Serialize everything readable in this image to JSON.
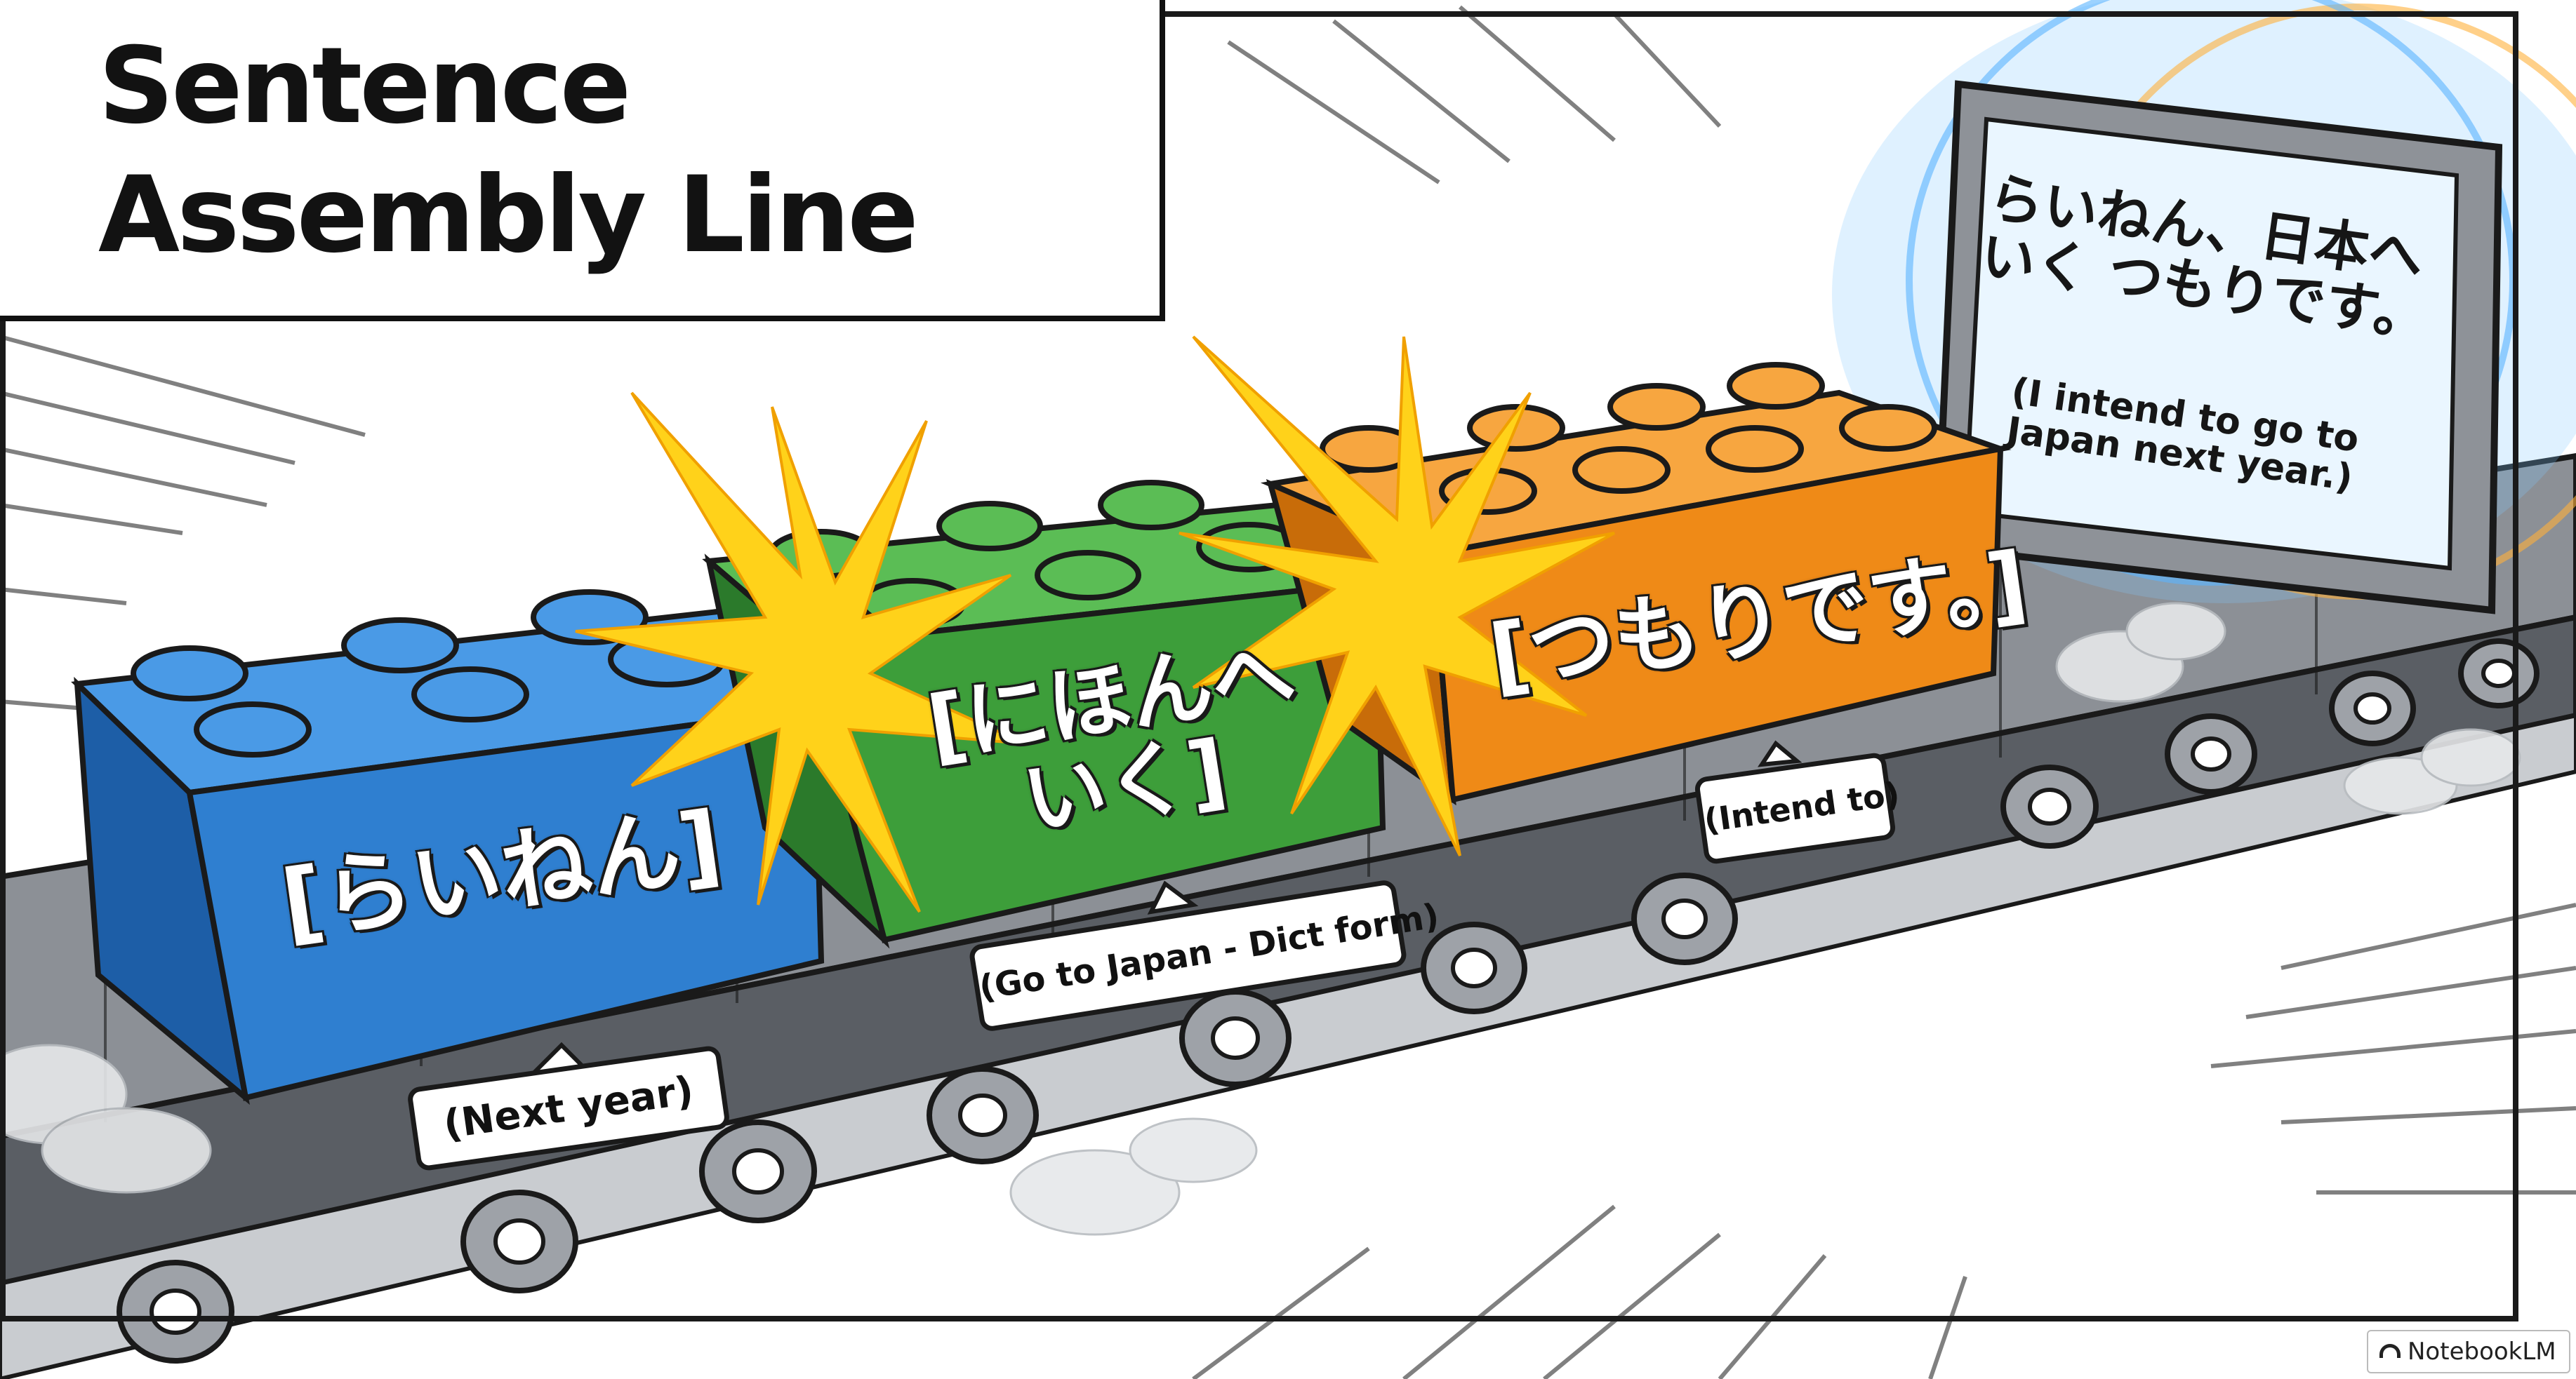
{
  "title": {
    "line1": "Sentence",
    "line2": "Assembly Line"
  },
  "bricks": [
    {
      "label": "[らいねん]",
      "tag": "(Next year)",
      "color": "#2f7fd0"
    },
    {
      "label_line1": "[にほんへ",
      "label_line2": "いく]",
      "tag": "(Go to Japan - Dict form)",
      "color": "#3d9e3a"
    },
    {
      "label": "[つもりです。]",
      "tag": "(Intend to)",
      "color": "#ef8a17"
    }
  ],
  "screen": {
    "japanese_line1": "らいねん、日本へ",
    "japanese_line2": "いく つもりです。",
    "english_line1": "(I intend to go to",
    "english_line2": "Japan next year.)"
  },
  "brand": "NotebookLM",
  "colors": {
    "blue_brick": "#2f7fd0",
    "green_brick": "#3d9e3a",
    "orange_brick": "#ef8a17",
    "belt": "#6b6f75",
    "outline": "#1a1a1a",
    "spark": "#ffd21a",
    "screen_glow": "#7fc8ff"
  }
}
